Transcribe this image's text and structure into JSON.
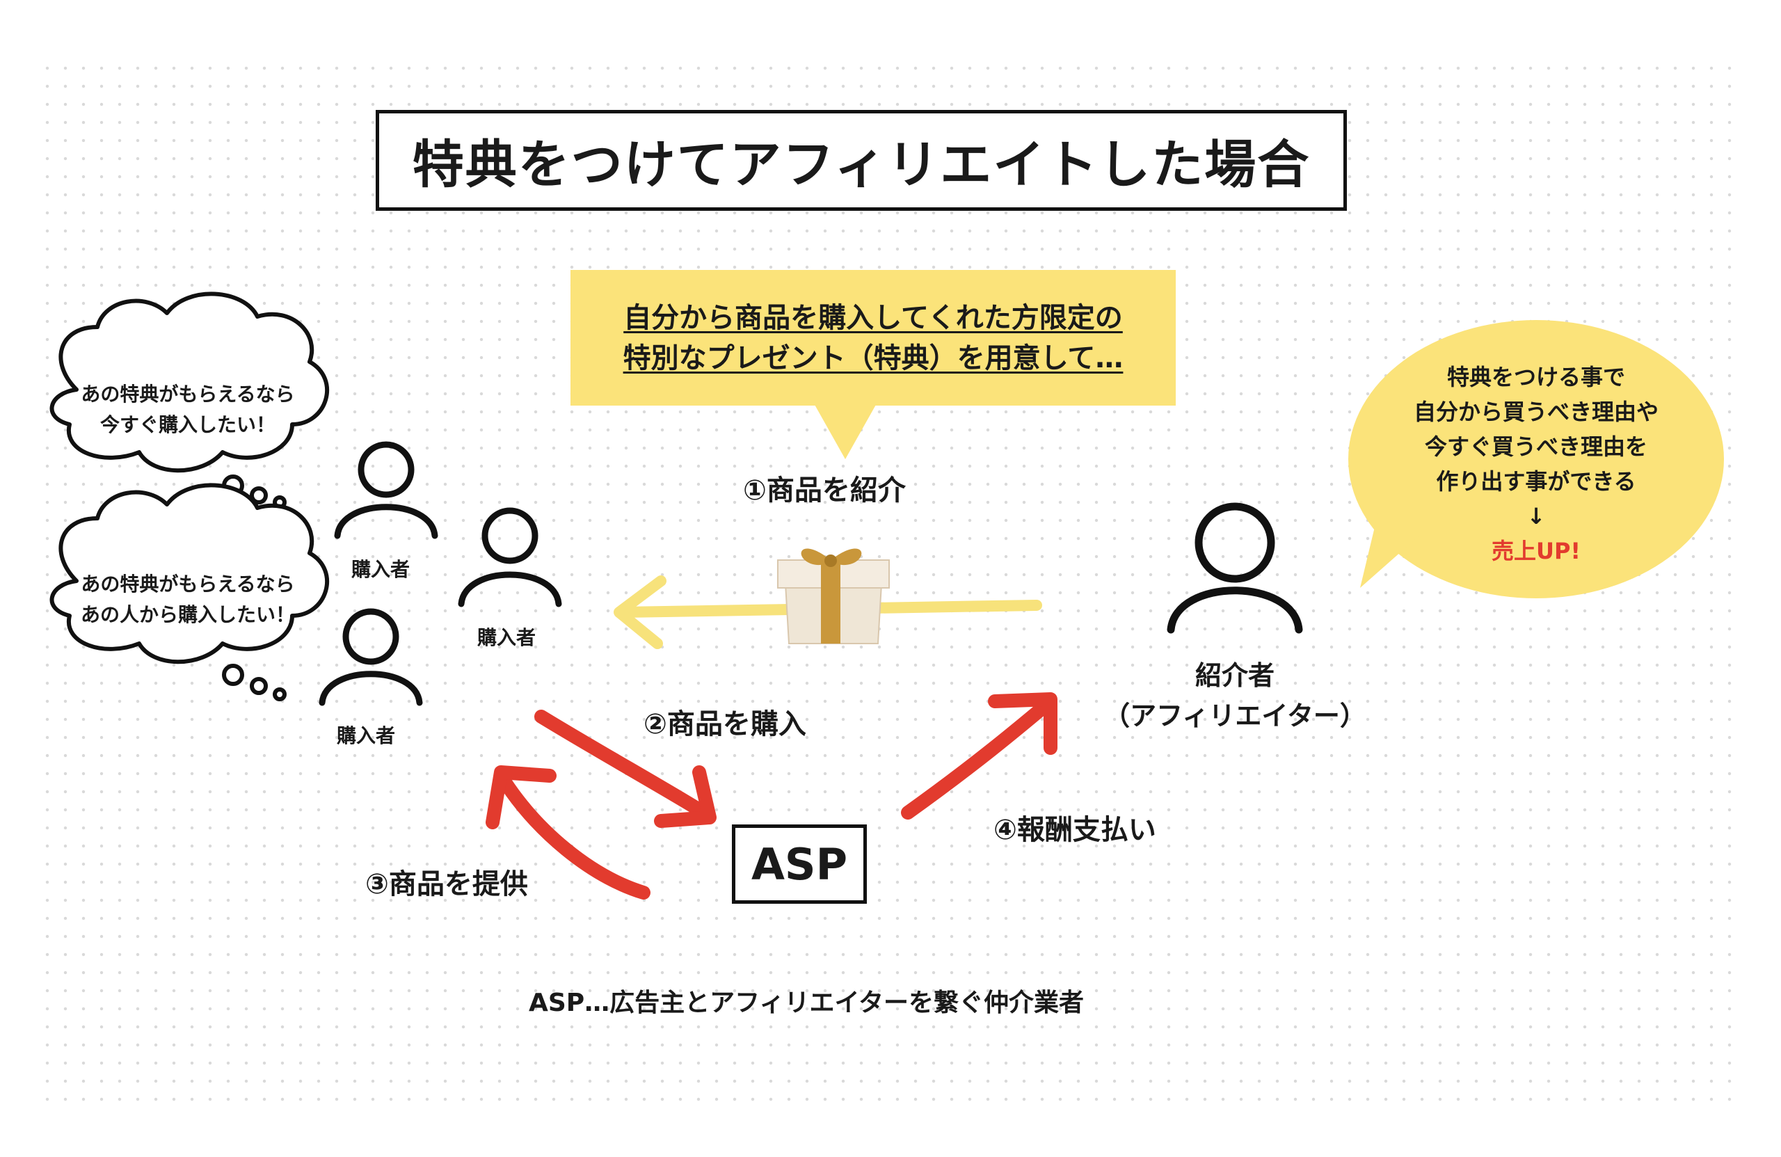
{
  "title": "特典をつけてアフィリエイトした場合",
  "callout": {
    "line1": "自分から商品を購入してくれた方限定の",
    "line2": "特別なプレゼント（特典）を用意して…"
  },
  "thought_clouds": [
    {
      "line1": "あの特典がもらえるなら",
      "line2": "今すぐ購入したい！"
    },
    {
      "line1": "あの特典がもらえるなら",
      "line2": "あの人から購入したい！"
    }
  ],
  "buyers": [
    "購入者",
    "購入者",
    "購入者"
  ],
  "introducer": {
    "line1": "紹介者",
    "line2": "（アフィリエイター）"
  },
  "speech_bubble": {
    "lines": [
      "特典をつける事で",
      "自分から買うべき理由や",
      "今すぐ買うべき理由を",
      "作り出す事ができる"
    ],
    "arrow": "↓",
    "result": "売上UP!"
  },
  "steps": {
    "step1": "①商品を紹介",
    "step2": "②商品を購入",
    "step3": "③商品を提供",
    "step4": "④報酬支払い"
  },
  "asp_label": "ASP",
  "footnote": "ASP…広告主とアフィリエイターを繋ぐ仲介業者",
  "colors": {
    "yellow": "#fbe37a",
    "arrow_red": "#e23b2e",
    "arrow_yellow": "#f7e27b",
    "result_red": "#e23b2e"
  }
}
